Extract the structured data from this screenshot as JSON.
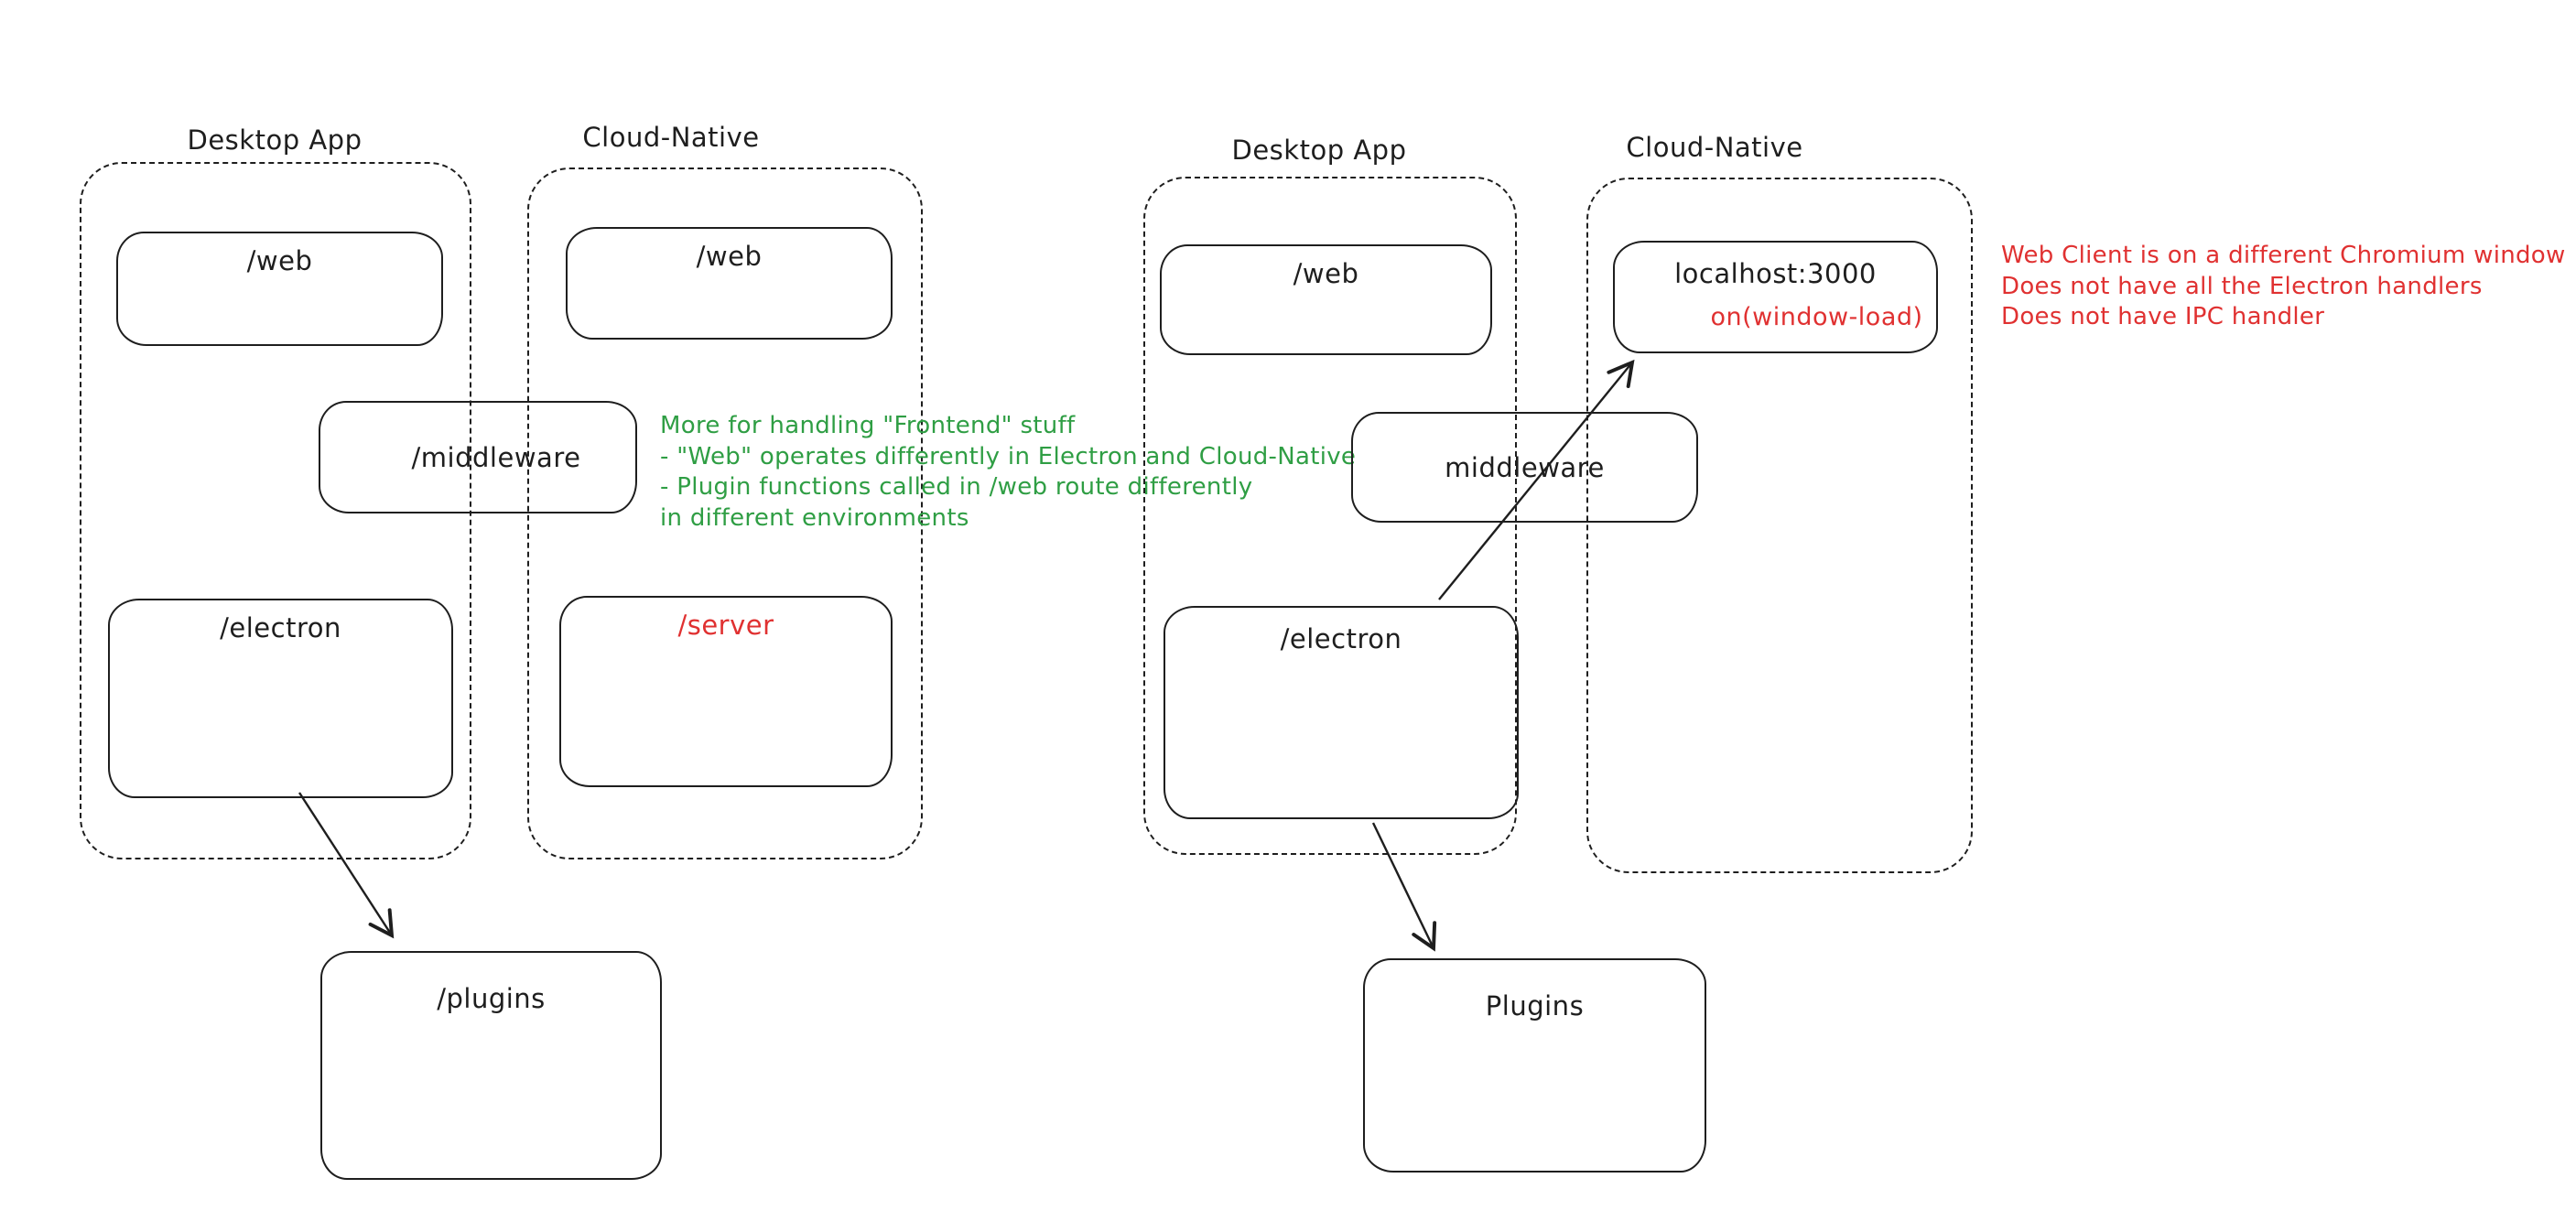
{
  "colors": {
    "stroke": "#1e1e1e",
    "red": "#e03131",
    "green": "#2f9e44",
    "canvas_bg": "#ffffff"
  },
  "left_diagram": {
    "desktop_group": {
      "title": "Desktop App"
    },
    "cloud_group": {
      "title": "Cloud-Native"
    },
    "boxes": {
      "web_desktop": "/web",
      "web_cloud": "/web",
      "middleware": "/middleware",
      "electron": "/electron",
      "server": "/server",
      "plugins": "/plugins"
    },
    "green_note": {
      "line1": "More for handling \"Frontend\" stuff",
      "line2": "- \"Web\" operates differently in Electron and Cloud-Native",
      "line3": "- Plugin functions called in /web route differently",
      "line4": "in different environments"
    }
  },
  "right_diagram": {
    "desktop_group": {
      "title": "Desktop App"
    },
    "cloud_group": {
      "title": "Cloud-Native"
    },
    "boxes": {
      "web": "/web",
      "localhost": "localhost:3000",
      "localhost_sub": "on(window-load)",
      "middleware": "middleware",
      "electron": "/electron",
      "plugins": "Plugins"
    },
    "red_note": {
      "line1": "Web Client is on a different Chromium window",
      "line2": "Does not have all the Electron handlers",
      "line3": "Does not have IPC handler"
    }
  }
}
